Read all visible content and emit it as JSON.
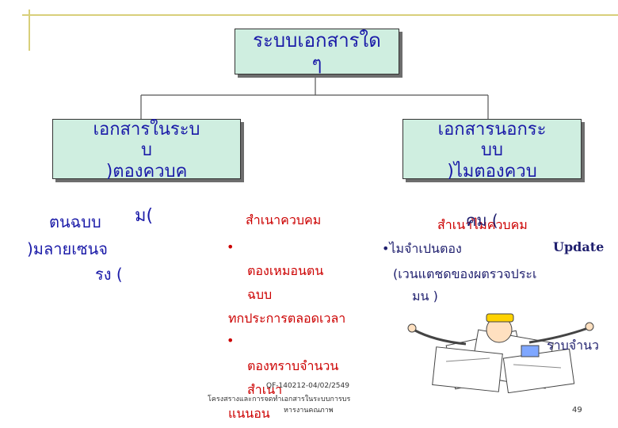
{
  "root": {
    "lines": [
      "ระบบเอกสารใด",
      "ๆ"
    ]
  },
  "inside": {
    "lines": [
      "เอกสารในระบ",
      "บ",
      ")ตองควบค"
    ]
  },
  "outside": {
    "lines": [
      "เอกสารนอกระ",
      "บบ",
      ")ไมตองควบ"
    ]
  },
  "left_notes": {
    "m_paren": "ม(",
    "original": "ตนฉบบ",
    "signed": ")มลายเซนจ",
    "rong": "รง  ("
  },
  "center_col": {
    "heading": "สำเนาควบคม",
    "bullet1": "•",
    "line1": "ตองเหมอนตน",
    "line2": "ฉบบ",
    "line3": "ทกประการตลอดเวลา",
    "bullet2": "•",
    "line4": "ตองทราบจำนวน",
    "line5": "สำเนา",
    "line6": "แนนอน"
  },
  "right_col": {
    "heading": "สำเนาไมควบคม",
    "kom": "คม (",
    "bullet1": "•ไมจำเปนตอง",
    "update": "Update",
    "line2": "(เวนแตชดของผตรวจประเ",
    "line3": "มน  )",
    "line4": "ราบจำนว"
  },
  "footer": {
    "code": "QF-140212-04/02/2549",
    "line1": "โครงสรางและการจดทำเอกสารในระบบการบร",
    "line2": "หารงานคณภาพ",
    "page": "49"
  },
  "colors": {
    "box_fill": "#cfeee0",
    "box_text": "#1a1aa8",
    "accent_red": "#cc0000",
    "frame": "#d8cf7a"
  }
}
